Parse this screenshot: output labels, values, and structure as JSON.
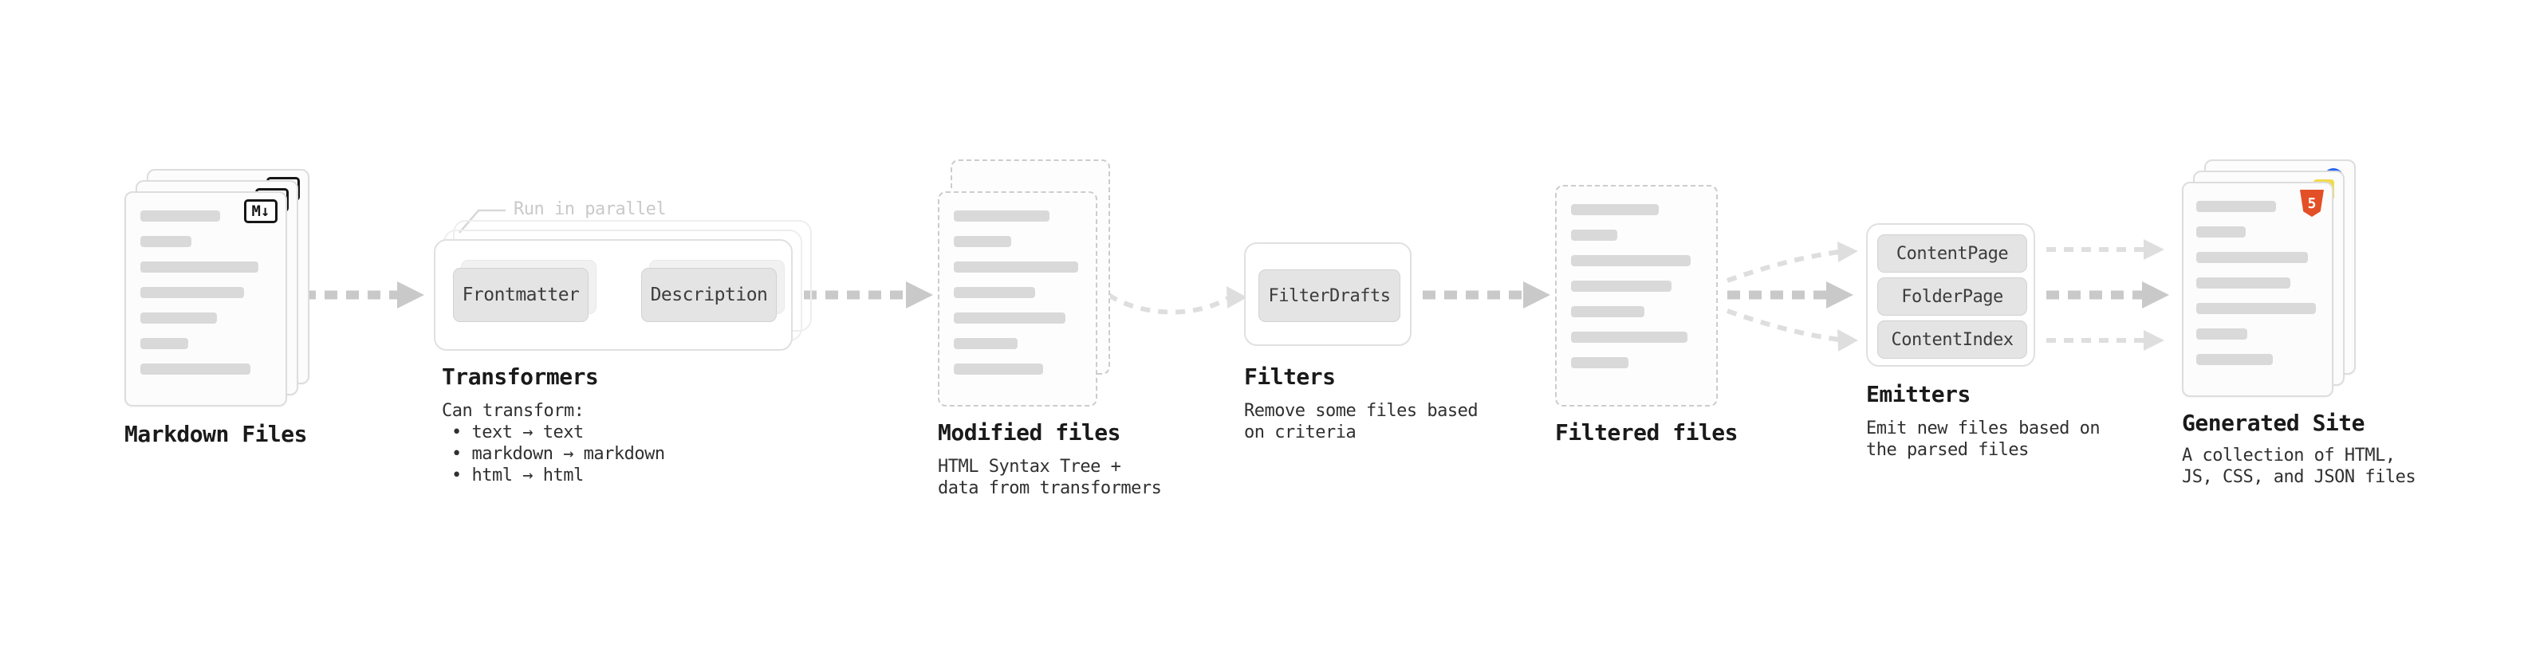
{
  "colors": {
    "background": "#ffffff",
    "arrow": "#c9c9c9",
    "arrow_light": "#dedede",
    "card_border": "#dddddd",
    "dashed_border": "#cccccc",
    "placeholder_line": "#d9d9d9",
    "button_bg": "#e4e4e4",
    "label_text": "#1a1a1a",
    "desc_text": "#303030",
    "annotation_text": "#c9c9c9",
    "html5_orange": "#e34f26",
    "js_yellow": "#f0db4f",
    "css_blue": "#2965f1"
  },
  "icons": {
    "markdown_badge": "M↓",
    "html5_badge": "5"
  },
  "pipeline": {
    "markdown_files": {
      "label": "Markdown Files"
    },
    "transformers": {
      "annotation": "Run in parallel",
      "buttons": [
        "Frontmatter",
        "Description"
      ],
      "label": "Transformers",
      "desc_title": "Can transform:",
      "bullets": [
        "• text → text",
        "• markdown → markdown",
        "• html → html"
      ]
    },
    "modified_files": {
      "label": "Modified files",
      "desc": [
        "HTML Syntax Tree +",
        "data from transformers"
      ]
    },
    "filters": {
      "label": "Filters",
      "buttons": [
        "FilterDrafts"
      ],
      "desc": [
        "Remove some files based",
        "on criteria"
      ]
    },
    "filtered_files": {
      "label": "Filtered files"
    },
    "emitters": {
      "label": "Emitters",
      "buttons": [
        "ContentPage",
        "FolderPage",
        "ContentIndex"
      ],
      "desc": [
        "Emit new files based on",
        "the parsed files"
      ]
    },
    "generated_site": {
      "label": "Generated Site",
      "desc": [
        "A collection of HTML,",
        "JS, CSS, and JSON files"
      ]
    }
  }
}
